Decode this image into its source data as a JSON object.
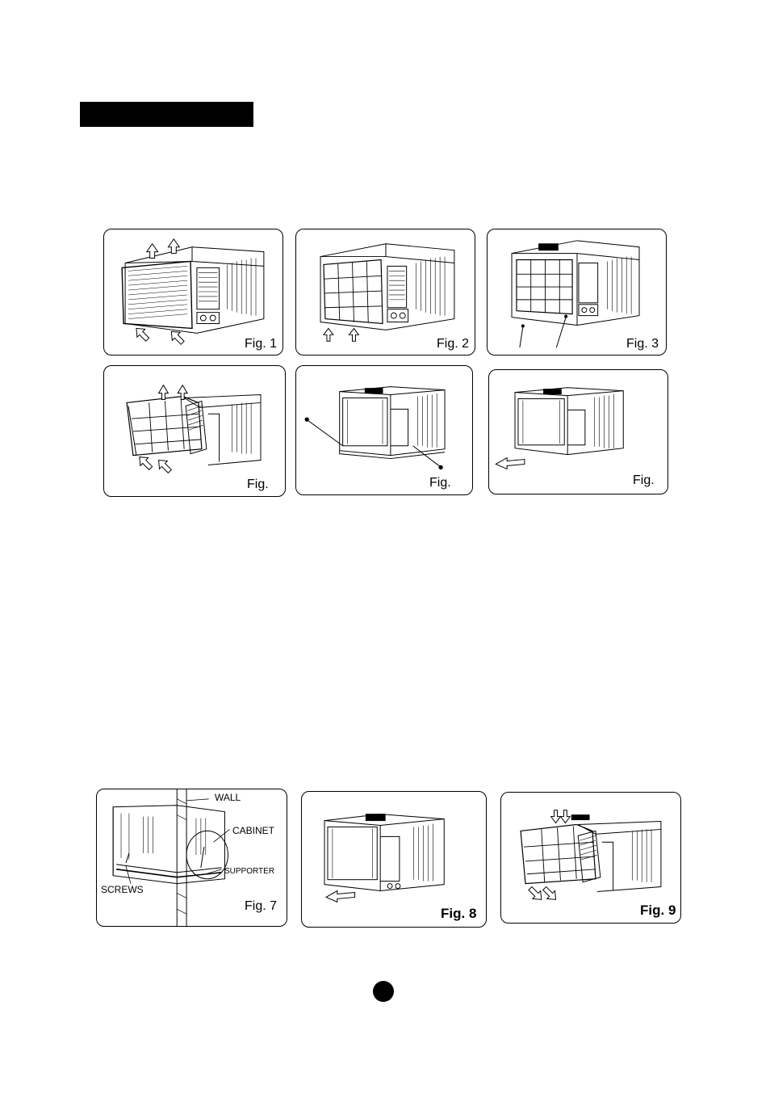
{
  "figures": {
    "f1": {
      "caption": "Fig. 1"
    },
    "f2": {
      "caption": "Fig. 2"
    },
    "f3": {
      "caption": "Fig. 3"
    },
    "f4": {
      "caption": "Fig."
    },
    "f5": {
      "caption": "Fig."
    },
    "f6": {
      "caption": "Fig."
    },
    "f7": {
      "caption": "Fig. 7",
      "labels": {
        "wall": "WALL",
        "cabinet": "CABINET",
        "supporter": "SUPPORTER",
        "screws": "SCREWS"
      }
    },
    "f8": {
      "caption": "Fig. 8"
    },
    "f9": {
      "caption": "Fig. 9"
    }
  },
  "icons": [
    "arrow-up-icon",
    "arrow-diagonal-icon",
    "screw-icon",
    "slide-arrow-icon"
  ]
}
